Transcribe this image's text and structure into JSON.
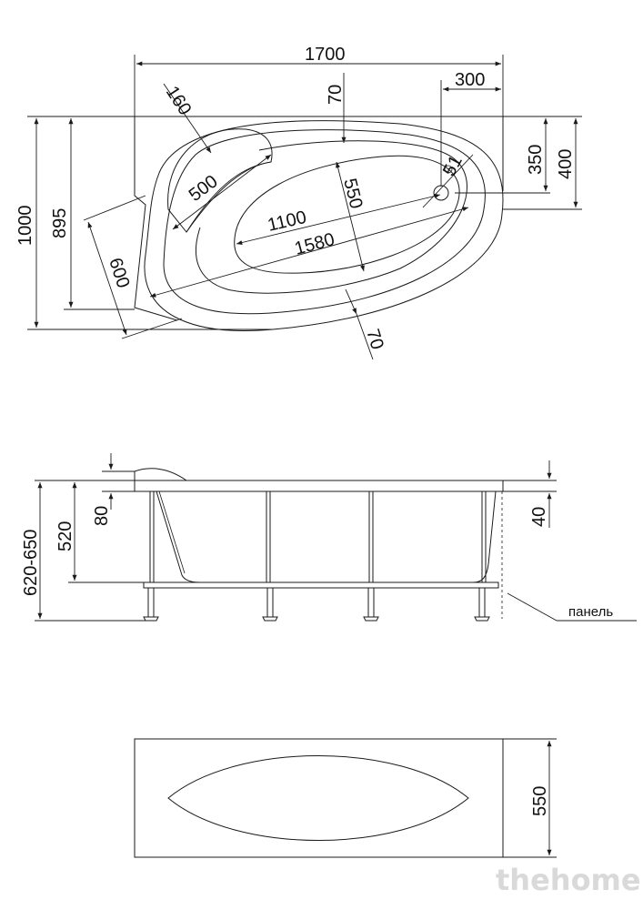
{
  "top_view": {
    "total_length": "1700",
    "overflow_offset": "300",
    "rim_width_top": "70",
    "headrest_radius": "160",
    "headrest_width": "500",
    "inner_bowl_width": "550",
    "drain_diameter": "51",
    "inner_bowl_length": "1100",
    "outer_bowl_length": "1580",
    "left_edge_length": "600",
    "rim_width_bottom": "70",
    "total_width": "1000",
    "straight_side": "895",
    "drain_offset": "350",
    "overflow_depth": "400"
  },
  "side_view": {
    "height_range": "620-650",
    "bowl_depth": "520",
    "headrest_height": "80",
    "rim_thickness": "40",
    "panel_label": "панель"
  },
  "panel_view": {
    "panel_height": "550"
  },
  "watermark": "thehome",
  "colors": {
    "line": "#1a1a1a",
    "text": "#111111",
    "watermark": "#d9d9d9"
  }
}
